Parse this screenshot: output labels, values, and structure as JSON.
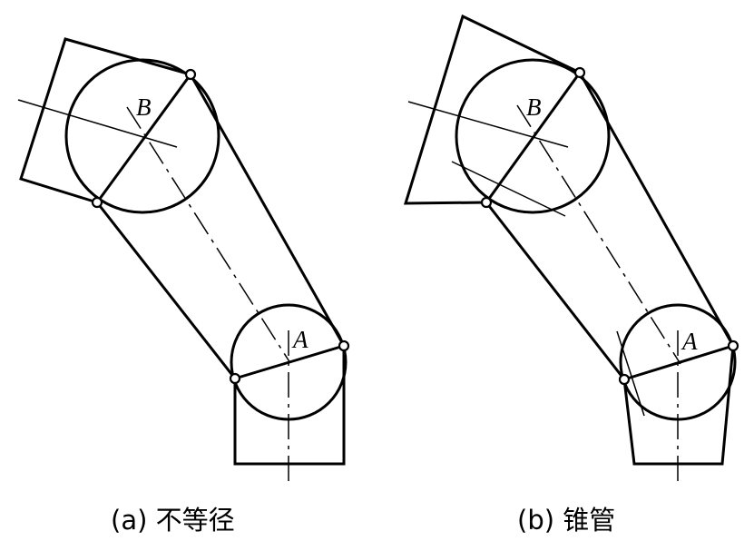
{
  "panels": [
    {
      "point_b": "B",
      "point_a": "A",
      "caption": "(a) 不等径"
    },
    {
      "point_b": "B",
      "point_a": "A",
      "caption": "(b) 锥管"
    }
  ]
}
